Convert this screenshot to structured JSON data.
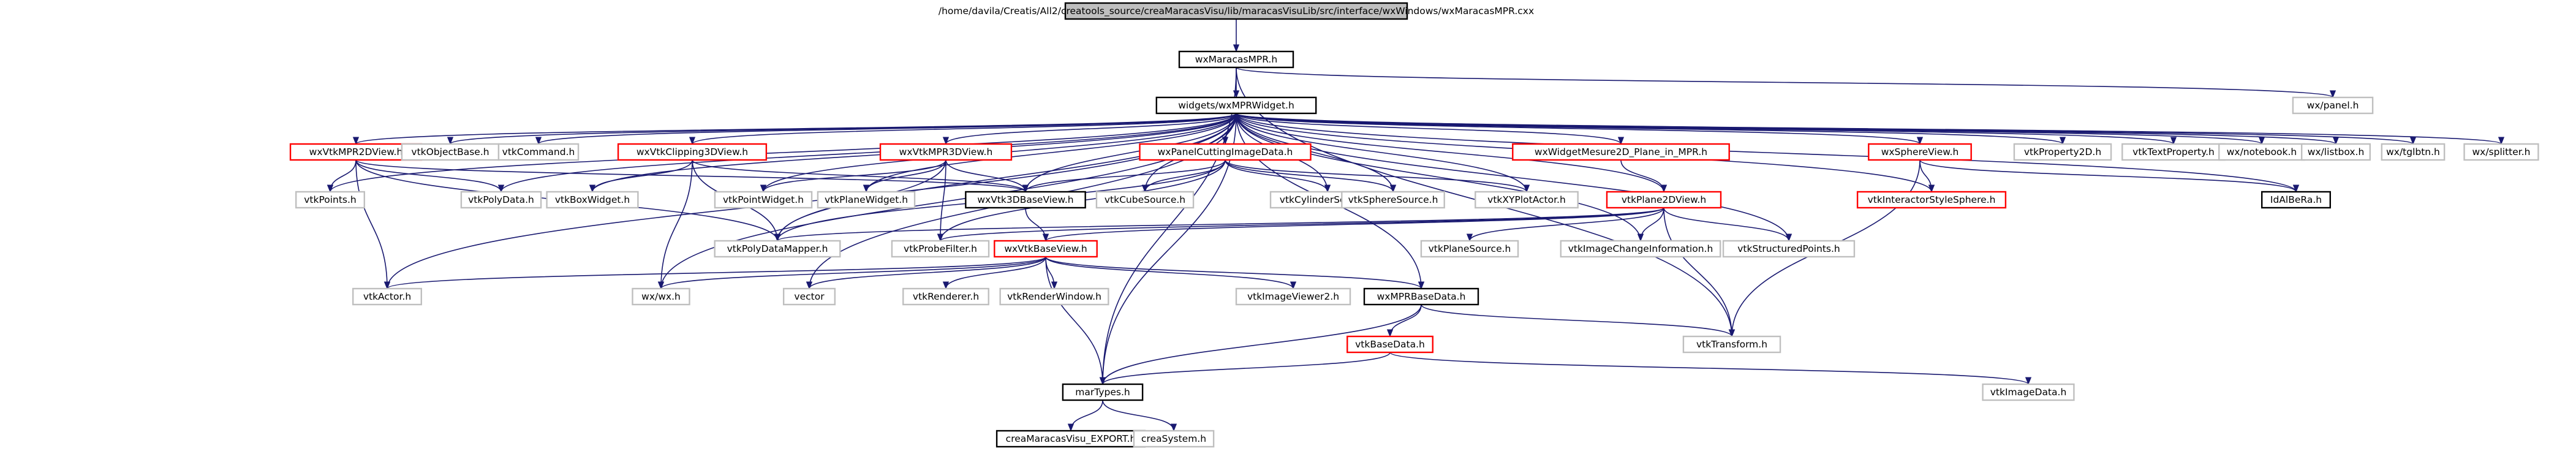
{
  "nodes": [
    {
      "id": "root",
      "label": "/home/davila/Creatis/All2/creatools_source/creaMaracasVisu/lib/maracasVisuLib/src/interface/wxWindows/wxMaracasMPR.cxx",
      "fill": "#bfbfbf",
      "stroke": "#000000"
    },
    {
      "id": "mpr_h",
      "label": "wxMaracasMPR.h",
      "fill": "#ffffff",
      "stroke": "#000000"
    },
    {
      "id": "widget",
      "label": "widgets/wxMPRWidget.h",
      "fill": "#ffffff",
      "stroke": "#000000"
    },
    {
      "id": "panel",
      "label": "wx/panel.h",
      "fill": "#ffffff",
      "stroke": "#bfbfbf"
    },
    {
      "id": "mpr2d",
      "label": "wxVtkMPR2DView.h",
      "fill": "#ffffff",
      "stroke": "#ff0000"
    },
    {
      "id": "objbase",
      "label": "vtkObjectBase.h",
      "fill": "#ffffff",
      "stroke": "#bfbfbf"
    },
    {
      "id": "command",
      "label": "vtkCommand.h",
      "fill": "#ffffff",
      "stroke": "#bfbfbf"
    },
    {
      "id": "clip3d",
      "label": "wxVtkClipping3DView.h",
      "fill": "#ffffff",
      "stroke": "#ff0000"
    },
    {
      "id": "mpr3d",
      "label": "wxVtkMPR3DView.h",
      "fill": "#ffffff",
      "stroke": "#ff0000"
    },
    {
      "id": "cutting",
      "label": "wxPanelCuttingImageData.h",
      "fill": "#ffffff",
      "stroke": "#ff0000"
    },
    {
      "id": "mesure",
      "label": "wxWidgetMesure2D_Plane_in_MPR.h",
      "fill": "#ffffff",
      "stroke": "#ff0000"
    },
    {
      "id": "sphereview",
      "label": "wxSphereView.h",
      "fill": "#ffffff",
      "stroke": "#ff0000"
    },
    {
      "id": "property",
      "label": "vtkProperty2D.h",
      "fill": "#ffffff",
      "stroke": "#bfbfbf"
    },
    {
      "id": "textprop",
      "label": "vtkTextProperty.h",
      "fill": "#ffffff",
      "stroke": "#bfbfbf"
    },
    {
      "id": "notebook",
      "label": "wx/notebook.h",
      "fill": "#ffffff",
      "stroke": "#bfbfbf"
    },
    {
      "id": "listbox",
      "label": "wx/listbox.h",
      "fill": "#ffffff",
      "stroke": "#bfbfbf"
    },
    {
      "id": "tglbtn",
      "label": "wx/tglbtn.h",
      "fill": "#ffffff",
      "stroke": "#bfbfbf"
    },
    {
      "id": "splitter",
      "label": "wx/splitter.h",
      "fill": "#ffffff",
      "stroke": "#bfbfbf"
    },
    {
      "id": "points",
      "label": "vtkPoints.h",
      "fill": "#ffffff",
      "stroke": "#bfbfbf"
    },
    {
      "id": "polydata",
      "label": "vtkPolyData.h",
      "fill": "#ffffff",
      "stroke": "#bfbfbf"
    },
    {
      "id": "boxwidget",
      "label": "vtkBoxWidget.h",
      "fill": "#ffffff",
      "stroke": "#bfbfbf"
    },
    {
      "id": "pointwidget",
      "label": "vtkPointWidget.h",
      "fill": "#ffffff",
      "stroke": "#bfbfbf"
    },
    {
      "id": "planewidget",
      "label": "vtkPlaneWidget.h",
      "fill": "#ffffff",
      "stroke": "#bfbfbf"
    },
    {
      "id": "v3dbase",
      "label": "wxVtk3DBaseView.h",
      "fill": "#ffffff",
      "stroke": "#000000"
    },
    {
      "id": "cubesrc",
      "label": "vtkCubeSource.h",
      "fill": "#ffffff",
      "stroke": "#bfbfbf"
    },
    {
      "id": "cylsrc",
      "label": "vtkCylinderSource.h",
      "fill": "#ffffff",
      "stroke": "#bfbfbf"
    },
    {
      "id": "spheresrc",
      "label": "vtkSphereSource.h",
      "fill": "#ffffff",
      "stroke": "#bfbfbf"
    },
    {
      "id": "xyplot",
      "label": "vtkXYPlotActor.h",
      "fill": "#ffffff",
      "stroke": "#bfbfbf"
    },
    {
      "id": "plane2d",
      "label": "vtkPlane2DView.h",
      "fill": "#ffffff",
      "stroke": "#ff0000"
    },
    {
      "id": "interactor",
      "label": "vtkInteractorStyleSphere.h",
      "fill": "#ffffff",
      "stroke": "#ff0000"
    },
    {
      "id": "idalbera",
      "label": "IdAlBeRa.h",
      "fill": "#ffffff",
      "stroke": "#000000"
    },
    {
      "id": "polymapper",
      "label": "vtkPolyDataMapper.h",
      "fill": "#ffffff",
      "stroke": "#bfbfbf"
    },
    {
      "id": "probefilter",
      "label": "vtkProbeFilter.h",
      "fill": "#ffffff",
      "stroke": "#bfbfbf"
    },
    {
      "id": "basev",
      "label": "wxVtkBaseView.h",
      "fill": "#ffffff",
      "stroke": "#ff0000"
    },
    {
      "id": "planesrc",
      "label": "vtkPlaneSource.h",
      "fill": "#ffffff",
      "stroke": "#bfbfbf"
    },
    {
      "id": "imgchange",
      "label": "vtkImageChangeInformation.h",
      "fill": "#ffffff",
      "stroke": "#bfbfbf"
    },
    {
      "id": "structpts",
      "label": "vtkStructuredPoints.h",
      "fill": "#ffffff",
      "stroke": "#bfbfbf"
    },
    {
      "id": "actor",
      "label": "vtkActor.h",
      "fill": "#ffffff",
      "stroke": "#bfbfbf"
    },
    {
      "id": "wxh",
      "label": "wx/wx.h",
      "fill": "#ffffff",
      "stroke": "#bfbfbf"
    },
    {
      "id": "vector",
      "label": "vector",
      "fill": "#ffffff",
      "stroke": "#bfbfbf"
    },
    {
      "id": "renderer",
      "label": "vtkRenderer.h",
      "fill": "#ffffff",
      "stroke": "#bfbfbf"
    },
    {
      "id": "renderwin",
      "label": "vtkRenderWindow.h",
      "fill": "#ffffff",
      "stroke": "#bfbfbf"
    },
    {
      "id": "viewer2",
      "label": "vtkImageViewer2.h",
      "fill": "#ffffff",
      "stroke": "#bfbfbf"
    },
    {
      "id": "mprbase",
      "label": "wxMPRBaseData.h",
      "fill": "#ffffff",
      "stroke": "#000000"
    },
    {
      "id": "transform",
      "label": "vtkTransform.h",
      "fill": "#ffffff",
      "stroke": "#bfbfbf"
    },
    {
      "id": "basedata",
      "label": "vtkBaseData.h",
      "fill": "#ffffff",
      "stroke": "#ff0000"
    },
    {
      "id": "martypes",
      "label": "marTypes.h",
      "fill": "#ffffff",
      "stroke": "#000000"
    },
    {
      "id": "imagedata",
      "label": "vtkImageData.h",
      "fill": "#ffffff",
      "stroke": "#bfbfbf"
    },
    {
      "id": "export",
      "label": "creaMaracasVisu_EXPORT.h",
      "fill": "#ffffff",
      "stroke": "#000000"
    },
    {
      "id": "crea",
      "label": "creaSystem.h",
      "fill": "#ffffff",
      "stroke": "#bfbfbf"
    }
  ],
  "edges": [
    [
      "root",
      "mpr_h"
    ],
    [
      "mpr_h",
      "widget"
    ],
    [
      "mpr_h",
      "panel"
    ],
    [
      "mpr_h",
      "martypes"
    ],
    [
      "mpr_h",
      "transform"
    ],
    [
      "widget",
      "mpr2d"
    ],
    [
      "widget",
      "objbase"
    ],
    [
      "widget",
      "command"
    ],
    [
      "widget",
      "clip3d"
    ],
    [
      "widget",
      "mpr3d"
    ],
    [
      "widget",
      "cutting"
    ],
    [
      "widget",
      "mesure"
    ],
    [
      "widget",
      "sphereview"
    ],
    [
      "widget",
      "property"
    ],
    [
      "widget",
      "textprop"
    ],
    [
      "widget",
      "notebook"
    ],
    [
      "widget",
      "listbox"
    ],
    [
      "widget",
      "tglbtn"
    ],
    [
      "widget",
      "splitter"
    ],
    [
      "widget",
      "points"
    ],
    [
      "widget",
      "polydata"
    ],
    [
      "widget",
      "boxwidget"
    ],
    [
      "widget",
      "pointwidget"
    ],
    [
      "widget",
      "planewidget"
    ],
    [
      "widget",
      "v3dbase"
    ],
    [
      "widget",
      "cubesrc"
    ],
    [
      "widget",
      "cylsrc"
    ],
    [
      "widget",
      "spheresrc"
    ],
    [
      "widget",
      "xyplot"
    ],
    [
      "widget",
      "plane2d"
    ],
    [
      "widget",
      "polymapper"
    ],
    [
      "widget",
      "actor"
    ],
    [
      "widget",
      "wxh"
    ],
    [
      "widget",
      "vector"
    ],
    [
      "widget",
      "mprbase"
    ],
    [
      "widget",
      "idalbera"
    ],
    [
      "widget",
      "martypes"
    ],
    [
      "widget",
      "structpts"
    ],
    [
      "widget",
      "imgchange"
    ],
    [
      "widget",
      "interactor"
    ],
    [
      "mpr2d",
      "points"
    ],
    [
      "mpr2d",
      "polydata"
    ],
    [
      "mpr2d",
      "actor"
    ],
    [
      "mpr2d",
      "polymapper"
    ],
    [
      "mpr2d",
      "v3dbase"
    ],
    [
      "clip3d",
      "boxwidget"
    ],
    [
      "clip3d",
      "v3dbase"
    ],
    [
      "clip3d",
      "polymapper"
    ],
    [
      "clip3d",
      "wxh"
    ],
    [
      "mpr3d",
      "pointwidget"
    ],
    [
      "mpr3d",
      "planewidget"
    ],
    [
      "mpr3d",
      "v3dbase"
    ],
    [
      "mpr3d",
      "probefilter"
    ],
    [
      "mpr3d",
      "polymapper"
    ],
    [
      "cutting",
      "cubesrc"
    ],
    [
      "cutting",
      "cylsrc"
    ],
    [
      "cutting",
      "spheresrc"
    ],
    [
      "cutting",
      "xyplot"
    ],
    [
      "cutting",
      "v3dbase"
    ],
    [
      "cutting",
      "probefilter"
    ],
    [
      "cutting",
      "polymapper"
    ],
    [
      "mesure",
      "plane2d"
    ],
    [
      "sphereview",
      "interactor"
    ],
    [
      "sphereview",
      "idalbera"
    ],
    [
      "sphereview",
      "transform"
    ],
    [
      "plane2d",
      "basev"
    ],
    [
      "plane2d",
      "planesrc"
    ],
    [
      "plane2d",
      "imgchange"
    ],
    [
      "plane2d",
      "structpts"
    ],
    [
      "plane2d",
      "probefilter"
    ],
    [
      "plane2d",
      "polymapper"
    ],
    [
      "plane2d",
      "transform"
    ],
    [
      "v3dbase",
      "basev"
    ],
    [
      "basev",
      "actor"
    ],
    [
      "basev",
      "wxh"
    ],
    [
      "basev",
      "vector"
    ],
    [
      "basev",
      "renderer"
    ],
    [
      "basev",
      "renderwin"
    ],
    [
      "basev",
      "viewer2"
    ],
    [
      "basev",
      "mprbase"
    ],
    [
      "basev",
      "martypes"
    ],
    [
      "mprbase",
      "basedata"
    ],
    [
      "mprbase",
      "transform"
    ],
    [
      "mprbase",
      "martypes"
    ],
    [
      "basedata",
      "martypes"
    ],
    [
      "basedata",
      "imagedata"
    ],
    [
      "martypes",
      "export"
    ],
    [
      "martypes",
      "crea"
    ]
  ]
}
